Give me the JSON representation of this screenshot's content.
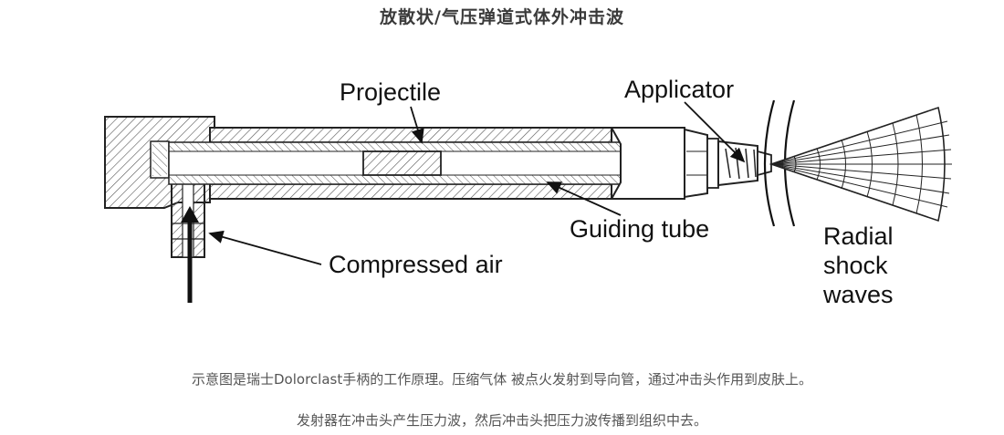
{
  "title": "放散状/气压弹道式体外冲击波",
  "diagram": {
    "labels": {
      "projectile": "Projectile",
      "applicator": "Applicator",
      "guiding_tube": "Guiding tube",
      "compressed_air": "Compressed air",
      "radial_line1": "Radial",
      "radial_line2": "shock",
      "radial_line3": "waves"
    }
  },
  "captions": {
    "line1": "示意图是瑞士Dolorclast手柄的工作原理。压缩气体 被点火发射到导向管，通过冲击头作用到皮肤上。",
    "line2": "发射器在冲击头产生压力波，然后冲击头把压力波传播到组织中去。"
  }
}
